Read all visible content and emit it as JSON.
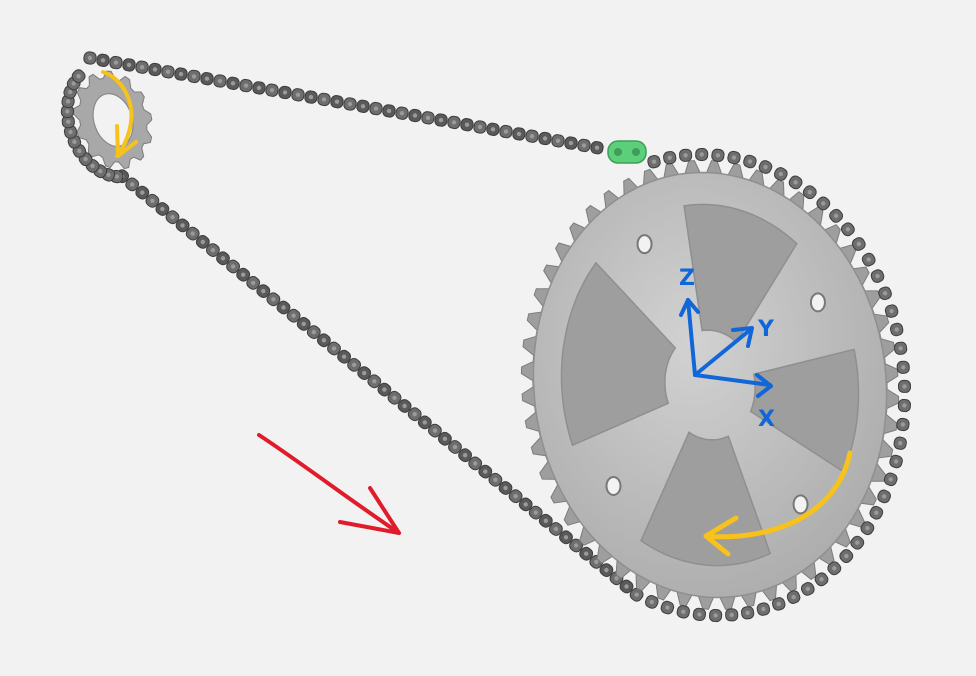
{
  "diagram": {
    "chainring": {
      "teeth": 52,
      "bolt_holes": 4,
      "color": "#b9b9b9",
      "edge_color": "#8f8f8f"
    },
    "cog": {
      "teeth": 13,
      "color": "#b5b5b5"
    },
    "chain": {
      "color": "#5a5a5a",
      "highlight_color": "#9a9a9a",
      "quick_link_color": "#5bcf7a"
    },
    "annotations": {
      "rotation_arrow_color": "#f7c21b",
      "axes_color": "#1167d8",
      "axis_labels": [
        "Z",
        "Y",
        "X"
      ],
      "motion_arrow_color": "#e01c2c"
    }
  }
}
